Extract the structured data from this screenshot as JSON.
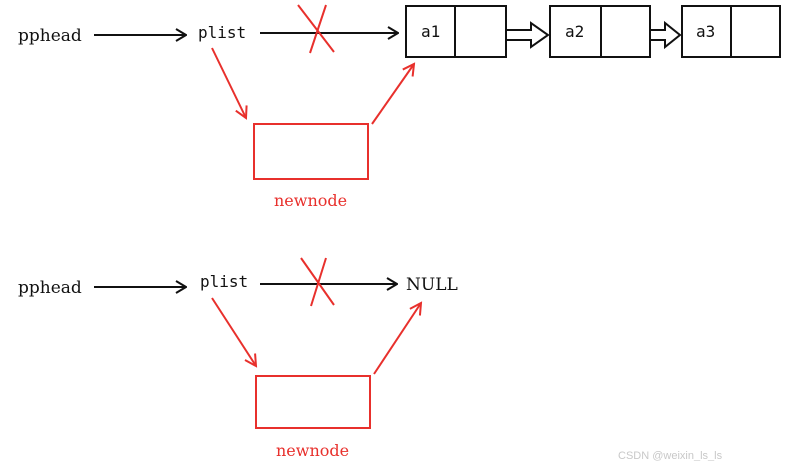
{
  "colors": {
    "ink": "#111111",
    "accent_red": "#e8302c"
  },
  "top_diagram": {
    "head_label": "pphead",
    "pointer_label": "plist",
    "nodes": [
      "a1",
      "a2",
      "a3"
    ],
    "new_node_label": "newnode"
  },
  "bottom_diagram": {
    "head_label": "pphead",
    "pointer_label": "plist",
    "null_label": "NULL",
    "new_node_label": "newnode"
  },
  "watermark": "CSDN @weixin_ls_ls"
}
